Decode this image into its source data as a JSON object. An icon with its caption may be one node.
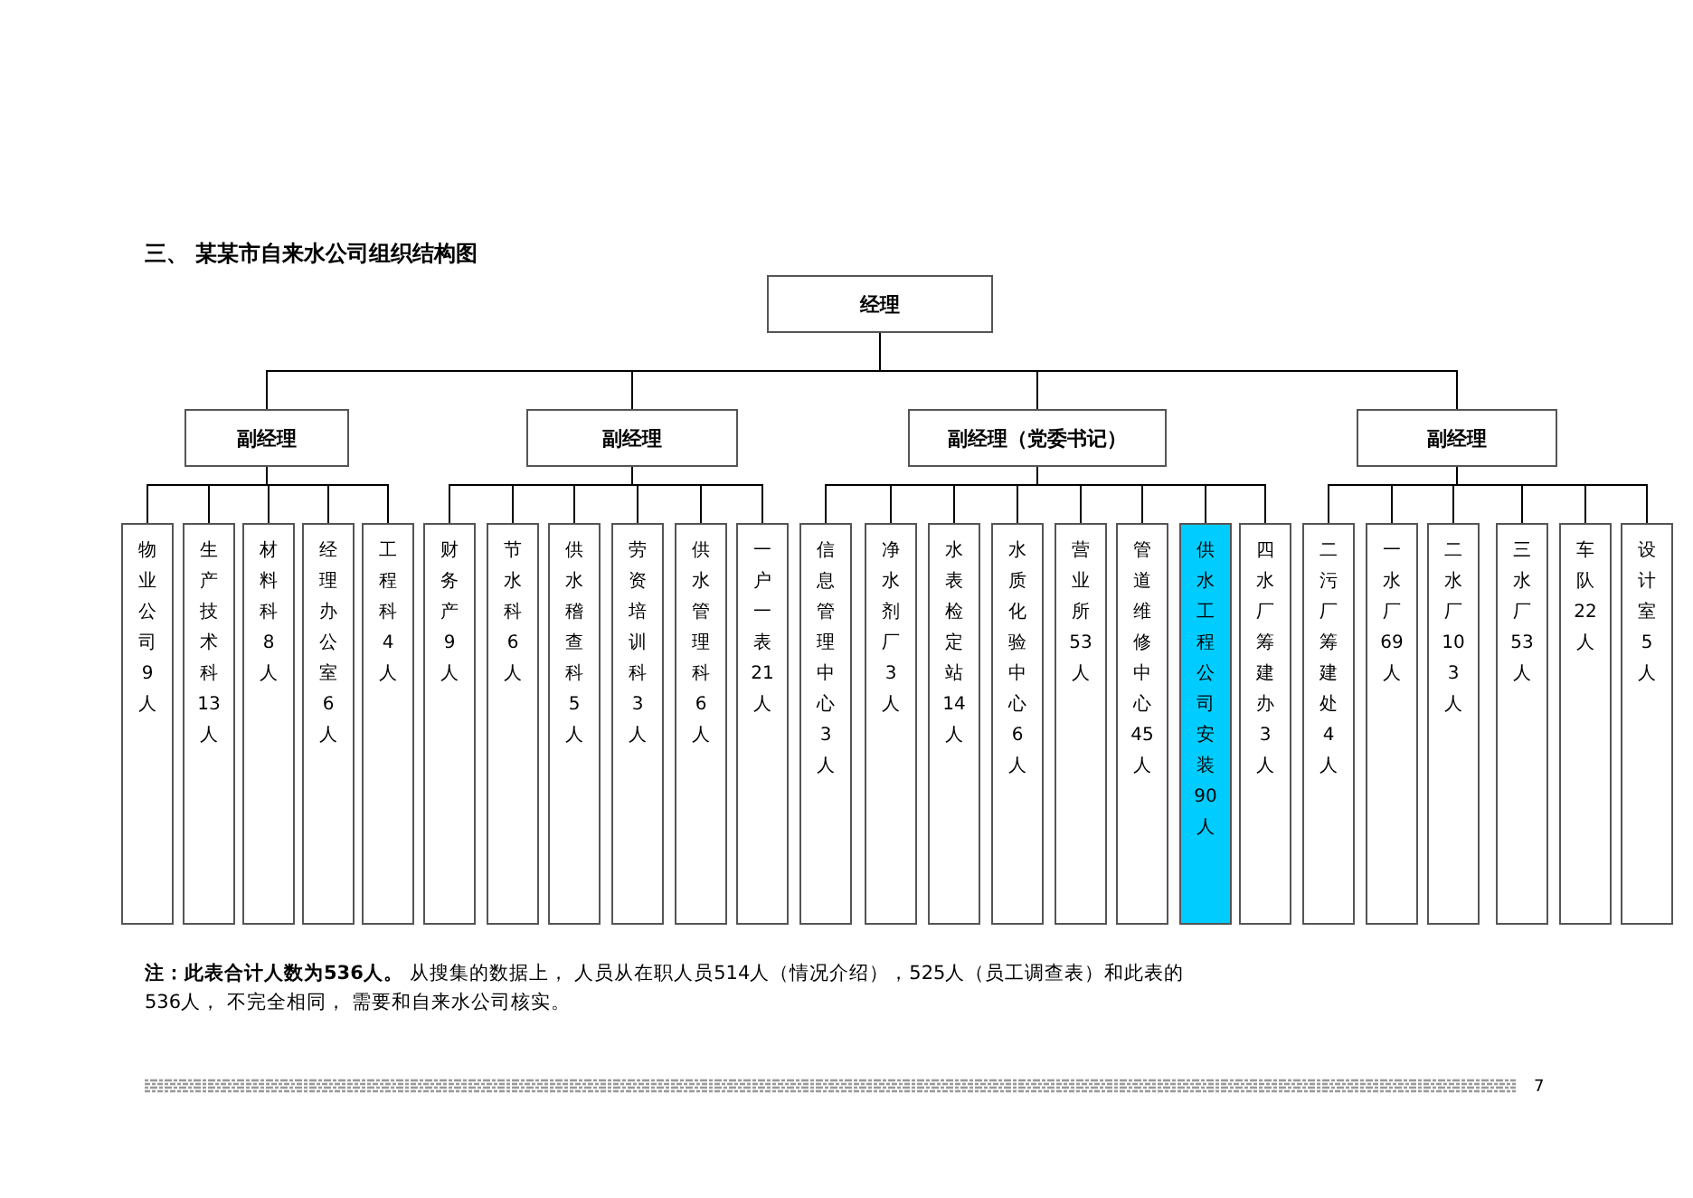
{
  "diagram": {
    "title": "三、 某某市自来水公司组织结构图",
    "nodes": [
      {
        "text": [
          "经理"
        ]
      },
      {
        "text": [
          "副经理"
        ]
      },
      {
        "text": [
          "物业公司9人"
        ]
      },
      {
        "text": [
          "生产技术科13人"
        ]
      },
      {
        "text": [
          "材料科8人"
        ]
      },
      {
        "text": [
          "经理办公室6人"
        ]
      },
      {
        "text": [
          "工程科4人"
        ]
      },
      {
        "text": [
          "副经理"
        ]
      },
      {
        "text": [
          "财务产9人"
        ]
      },
      {
        "text": [
          "节水科6人"
        ]
      },
      {
        "text": [
          "供水稽查科5人"
        ]
      },
      {
        "text": [
          "劳资培训科3人"
        ]
      },
      {
        "text": [
          "供水管理科6人"
        ]
      },
      {
        "text": [
          "一户一表21人"
        ]
      },
      {
        "text": [
          "副经理（党委书记）"
        ]
      },
      {
        "text": [
          "信息管理中心3人"
        ]
      },
      {
        "text": [
          "净水剂厂3人"
        ]
      },
      {
        "text": [
          "水表检定站14人"
        ]
      },
      {
        "text": [
          "水质化验中心6人"
        ]
      },
      {
        "text": [
          "营业所53人"
        ]
      },
      {
        "text": [
          "管道维修中心45人"
        ]
      },
      {
        "text": [
          "供水工程公司安装90人"
        ]
      },
      {
        "text": [
          "四水厂筹建办3人"
        ]
      },
      {
        "text": [
          "副经理"
        ]
      },
      {
        "text": [
          "二污厂筹建处4人"
        ]
      },
      {
        "text": [
          "一水厂69人"
        ]
      },
      {
        "text": [
          "二水厂103人"
        ]
      },
      {
        "text": [
          "三水厂53人"
        ]
      },
      {
        "text": [
          "车队22人"
        ]
      },
      {
        "text": [
          "设计室5人"
        ]
      }
    ],
    "edges": [
      {
        "from": 0,
        "to": 1,
        "arrow": "none"
      },
      {
        "from": 0,
        "to": 7,
        "arrow": "none"
      },
      {
        "from": 0,
        "to": 14,
        "arrow": "none"
      },
      {
        "from": 0,
        "to": 23,
        "arrow": "none"
      },
      {
        "from": 1,
        "to": 2,
        "arrow": "none"
      },
      {
        "from": 1,
        "to": 3,
        "arrow": "none"
      },
      {
        "from": 1,
        "to": 4,
        "arrow": "none"
      },
      {
        "from": 1,
        "to": 5,
        "arrow": "none"
      },
      {
        "from": 1,
        "to": 6,
        "arrow": "none"
      },
      {
        "from": 7,
        "to": 8,
        "arrow": "none"
      },
      {
        "from": 7,
        "to": 9,
        "arrow": "none"
      },
      {
        "from": 7,
        "to": 10,
        "arrow": "none"
      },
      {
        "from": 7,
        "to": 11,
        "arrow": "none"
      },
      {
        "from": 7,
        "to": 12,
        "arrow": "none"
      },
      {
        "from": 7,
        "to": 13,
        "arrow": "none"
      },
      {
        "from": 14,
        "to": 15,
        "arrow": "none"
      },
      {
        "from": 14,
        "to": 16,
        "arrow": "none"
      },
      {
        "from": 14,
        "to": 17,
        "arrow": "none"
      },
      {
        "from": 14,
        "to": 18,
        "arrow": "none"
      },
      {
        "from": 14,
        "to": 19,
        "arrow": "none"
      },
      {
        "from": 14,
        "to": 20,
        "arrow": "none"
      },
      {
        "from": 14,
        "to": 21,
        "arrow": "none"
      },
      {
        "from": 14,
        "to": 22,
        "arrow": "none"
      },
      {
        "from": 23,
        "to": 24,
        "arrow": "none"
      },
      {
        "from": 23,
        "to": 25,
        "arrow": "none"
      },
      {
        "from": 23,
        "to": 26,
        "arrow": "none"
      },
      {
        "from": 23,
        "to": 27,
        "arrow": "none"
      },
      {
        "from": 23,
        "to": 28,
        "arrow": "none"
      },
      {
        "from": 23,
        "to": 29,
        "arrow": "none"
      }
    ],
    "labels": [
      "**注：此表合计人数为536人。** 从搜集的数据上， 人员从在职人员514人（情况介绍），525人（员工调查表）和此表的536人， 不完全相同， 需要和自来水公司核实。",
      "7"
    ]
  }
}
